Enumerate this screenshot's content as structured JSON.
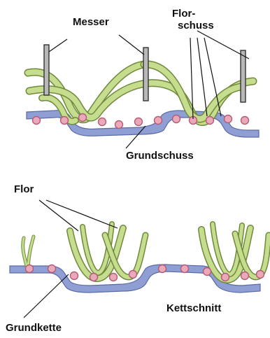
{
  "labels": {
    "messer": "Messer",
    "florschuss_line1": "Flor-",
    "florschuss_line2": "schuss",
    "grundschuss": "Grundschuss",
    "flor": "Flor",
    "kettschnitt": "Kettschnitt",
    "grundkette": "Grundkette"
  },
  "colors": {
    "ground_warp": "#8f9fd4",
    "ground_warp_edge": "#5a6aa8",
    "pile_yarn": "#c6dc8e",
    "pile_yarn_edge": "#6f8a3a",
    "weft_dot": "#e9a9b9",
    "weft_dot_edge": "#b45b76",
    "knife": "#b8b8b8"
  }
}
